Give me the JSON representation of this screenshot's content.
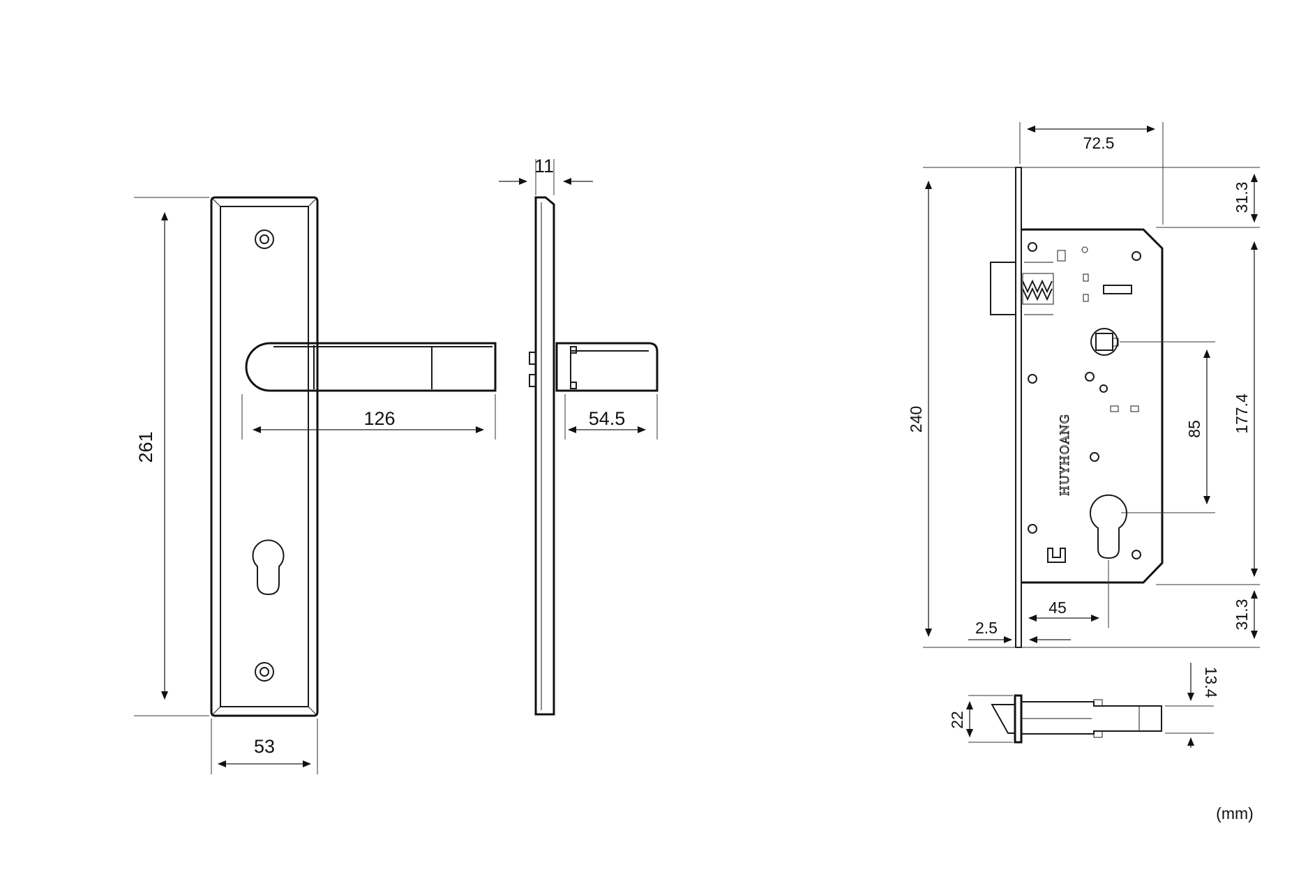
{
  "units_label": "(mm)",
  "brand_text": "HUYHOANG",
  "handle_set": {
    "plate_height": "261",
    "plate_width": "53",
    "lever_length": "126",
    "plate_thickness": "11",
    "lever_projection": "54.5"
  },
  "mortise_lock": {
    "backset": "72.5",
    "faceplate_length": "240",
    "top_offset": "31.3",
    "bottom_offset": "31.3",
    "case_height": "177.4",
    "center_distance": "85",
    "spindle_to_face": "45",
    "faceplate_thickness": "2.5",
    "faceplate_width": "22",
    "bolt_throw": "13.4"
  }
}
